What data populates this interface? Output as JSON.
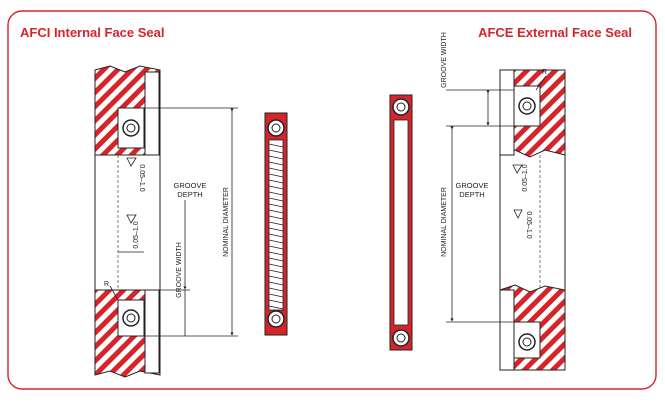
{
  "panels": {
    "internal": {
      "title": "AFCI Internal Face Seal",
      "groove_depth": [
        "GROOVE",
        "DEPTH"
      ],
      "groove_width": "GROOVE WIDTH",
      "nominal_diameter": "NOMINAL DIAMETER",
      "tol_upper": "0.05–1.0",
      "tol_lower": "0.05–1.0",
      "radius_mark": "R"
    },
    "external": {
      "title": "AFCE External Face Seal",
      "groove_depth": [
        "GROOVE",
        "DEPTH"
      ],
      "groove_width": "GROOVE WIDTH",
      "nominal_diameter": "NOMINAL DIAMETER",
      "tol_upper": "0.05–1.0",
      "tol_lower": "0.05–1.0",
      "radius_mark": "R"
    }
  },
  "colors": {
    "brand": "#d6252a",
    "hatch_fill": "#d6252a",
    "line": "#222222",
    "frame_border": "#d6252a"
  }
}
